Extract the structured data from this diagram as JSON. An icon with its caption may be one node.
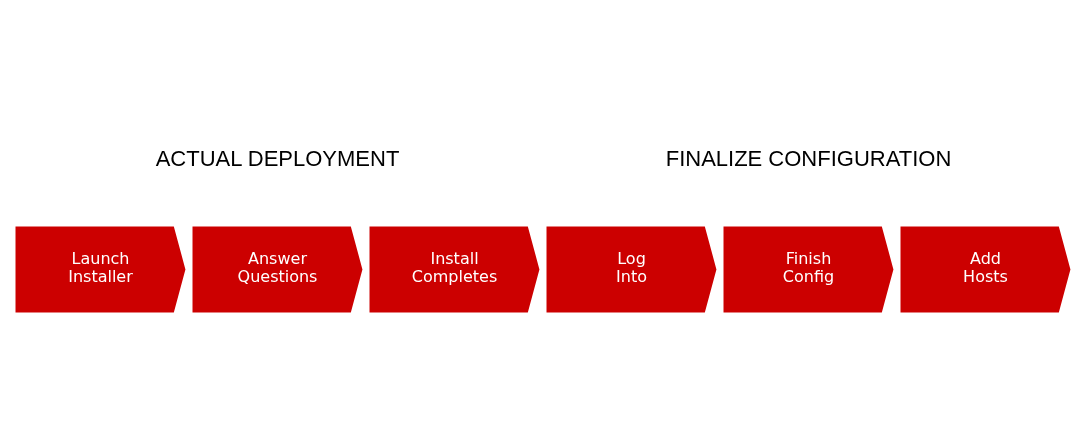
{
  "diagram": {
    "nodes": [
      {
        "text": [
          "Launch Installer"
        ]
      },
      {
        "text": [
          "Answer Questions"
        ]
      },
      {
        "text": [
          "Install Completes"
        ]
      },
      {
        "text": [
          "Log Into"
        ]
      },
      {
        "text": [
          "Finish Config"
        ]
      },
      {
        "text": [
          "Add Hosts"
        ]
      }
    ],
    "labels": [
      "ACTUAL DEPLOYMENT",
      "FINALIZE CONFIGURATION"
    ]
  }
}
